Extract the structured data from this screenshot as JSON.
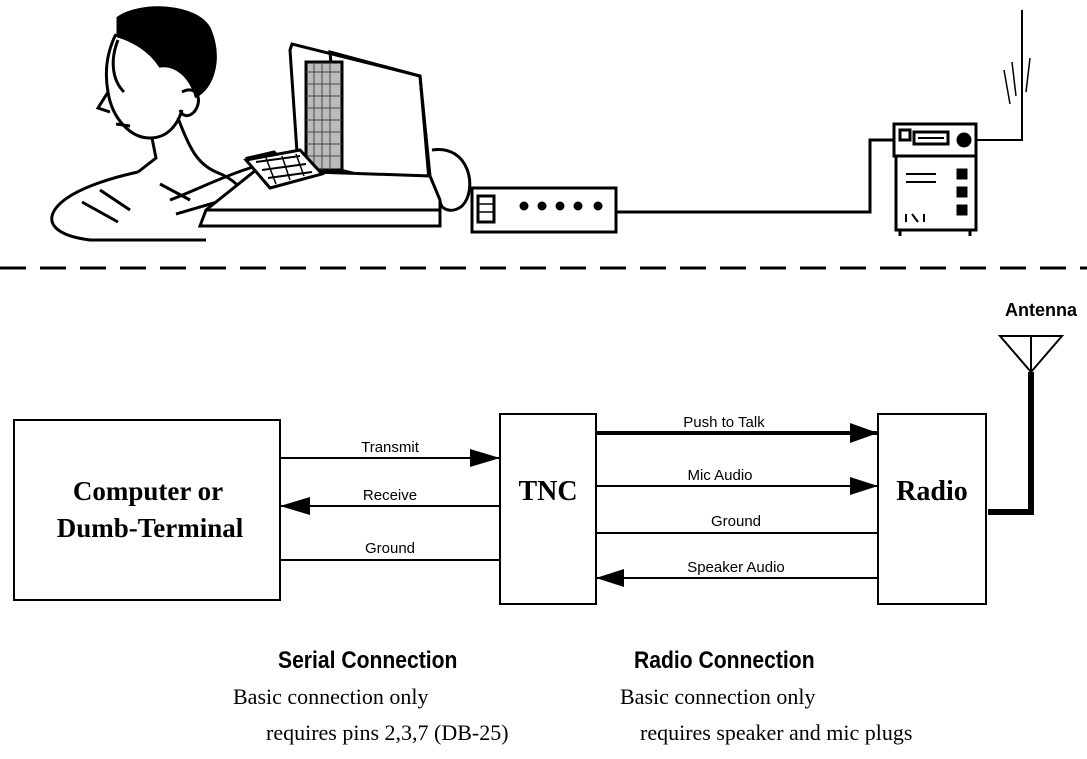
{
  "labels": {
    "antenna": "Antenna",
    "computer_line1": "Computer or",
    "computer_line2": "Dumb-Terminal",
    "tnc": "TNC",
    "radio": "Radio"
  },
  "serial_lines": {
    "transmit": "Transmit",
    "receive": "Receive",
    "ground": "Ground"
  },
  "radio_lines": {
    "push_to_talk": "Push to Talk",
    "mic_audio": "Mic Audio",
    "ground": "Ground",
    "speaker_audio": "Speaker Audio"
  },
  "captions": {
    "serial_title": "Serial Connection",
    "serial_line1": "Basic connection only",
    "serial_line2": "requires pins 2,3,7 (DB-25)",
    "radio_title": "Radio Connection",
    "radio_line1": "Basic connection only",
    "radio_line2": "requires speaker and mic plugs"
  }
}
